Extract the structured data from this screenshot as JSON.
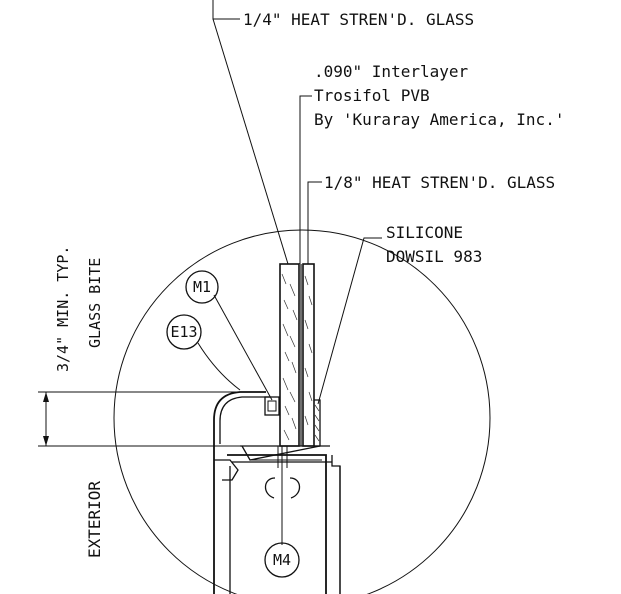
{
  "callouts": {
    "outer_lite": "1/4\" HEAT STREN'D. GLASS",
    "interlayer_1": ".090\" Interlayer",
    "interlayer_2": "Trosifol PVB",
    "interlayer_3": "By 'Kuraray America, Inc.'",
    "inner_lite": "1/8\" HEAT STREN'D. GLASS",
    "sealant_1": "SILICONE",
    "sealant_2": "DOWSIL 983"
  },
  "dimension": {
    "line_1": "3/4\" MIN. TYP.",
    "line_2": "GLASS BITE"
  },
  "side_label": "EXTERIOR",
  "references": {
    "m1": "M1",
    "e13": "E13",
    "m4": "M4"
  }
}
